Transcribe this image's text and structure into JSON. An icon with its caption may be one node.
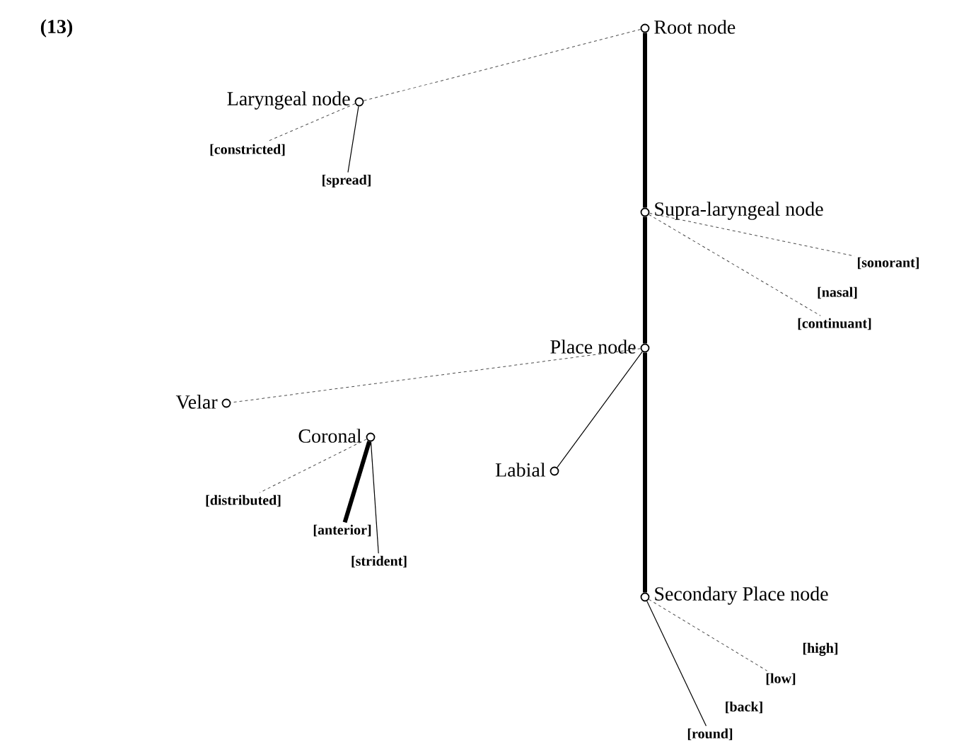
{
  "diagram": {
    "nodes": [
      {
        "text": [],
        "shape": "circle",
        "beside": [
          "Root node"
        ]
      },
      {
        "text": [],
        "shape": "circle",
        "beside": [
          "Laryngeal node"
        ]
      },
      {
        "text": [
          "[constricted]"
        ]
      },
      {
        "text": [
          "[spread]"
        ]
      },
      {
        "text": [],
        "shape": "circle",
        "beside": [
          "Supra-laryngeal node"
        ]
      },
      {
        "text": [
          "[sonorant]"
        ]
      },
      {
        "text": [
          "[nasal]"
        ]
      },
      {
        "text": [
          "[continuant]"
        ]
      },
      {
        "text": [],
        "shape": "circle",
        "beside": [
          "Place node"
        ]
      },
      {
        "text": [],
        "shape": "circle",
        "beside": [
          "Velar"
        ]
      },
      {
        "text": [],
        "shape": "circle",
        "beside": [
          "Coronal"
        ]
      },
      {
        "text": [],
        "shape": "circle",
        "beside": [
          "Labial"
        ]
      },
      {
        "text": [
          "[distributed]"
        ]
      },
      {
        "text": [
          "[anterior]"
        ]
      },
      {
        "text": [
          "[strident]"
        ]
      },
      {
        "text": [],
        "shape": "circle",
        "beside": [
          "Secondary Place node"
        ]
      },
      {
        "text": [
          "[high]"
        ]
      },
      {
        "text": [
          "[low]"
        ]
      },
      {
        "text": [
          "[back]"
        ]
      },
      {
        "text": [
          "[round]"
        ]
      }
    ],
    "edges": [
      {
        "from": 0,
        "to": 1,
        "arrow": "none",
        "style": "dashed"
      },
      {
        "from": 0,
        "to": 4,
        "arrow": "none",
        "style": "thick"
      },
      {
        "from": 1,
        "to": 2,
        "arrow": "none",
        "style": "dashed"
      },
      {
        "from": 1,
        "to": 3,
        "arrow": "none"
      },
      {
        "from": 4,
        "to": 5,
        "arrow": "none",
        "style": "dashed"
      },
      {
        "from": 4,
        "to": 7,
        "arrow": "none",
        "style": "dashed"
      },
      {
        "from": 4,
        "to": 8,
        "arrow": "none",
        "style": "thick"
      },
      {
        "from": 8,
        "to": 9,
        "arrow": "none",
        "style": "dashed"
      },
      {
        "from": 8,
        "to": 11,
        "arrow": "none"
      },
      {
        "from": 8,
        "to": 15,
        "arrow": "none",
        "style": "thick"
      },
      {
        "from": 10,
        "to": 12,
        "arrow": "none",
        "style": "dashed"
      },
      {
        "from": 10,
        "to": 13,
        "arrow": "none",
        "style": "thick"
      },
      {
        "from": 10,
        "to": 14,
        "arrow": "none"
      },
      {
        "from": 15,
        "to": 17,
        "arrow": "none",
        "style": "dashed"
      },
      {
        "from": 15,
        "to": 19,
        "arrow": "none"
      }
    ],
    "labels": [
      "(13)"
    ]
  }
}
